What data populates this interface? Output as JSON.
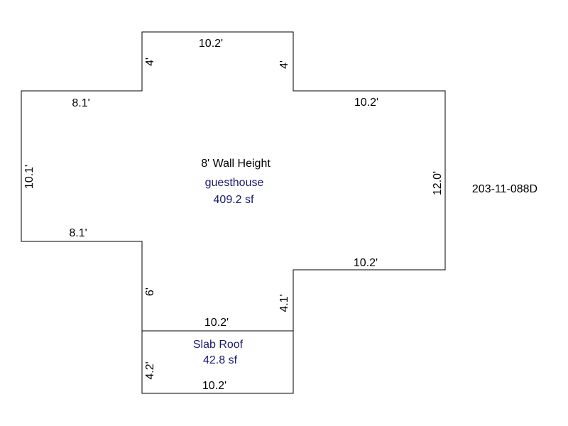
{
  "parcel_id": "203-11-088D",
  "colors": {
    "line": "#000000",
    "area_text": "#1a1a6e",
    "dimension_text": "#000000"
  },
  "main_area": {
    "wall_height": "8' Wall Height",
    "name": "guesthouse",
    "size": "409.2 sf"
  },
  "slab_area": {
    "name": "Slab Roof",
    "size": "42.8 sf"
  },
  "dimensions": {
    "top": "10.2'",
    "top_left_riser": "4'",
    "top_right_riser": "4'",
    "left_upper": "8.1'",
    "right_upper": "10.2'",
    "left_side": "10.1'",
    "right_side": "12.0'",
    "left_lower": "8.1'",
    "right_lower": "10.2'",
    "lower_left_riser": "6'",
    "lower_right_riser": "4.1'",
    "slab_top": "10.2'",
    "slab_left": "4.2'",
    "slab_bottom": "10.2'"
  }
}
